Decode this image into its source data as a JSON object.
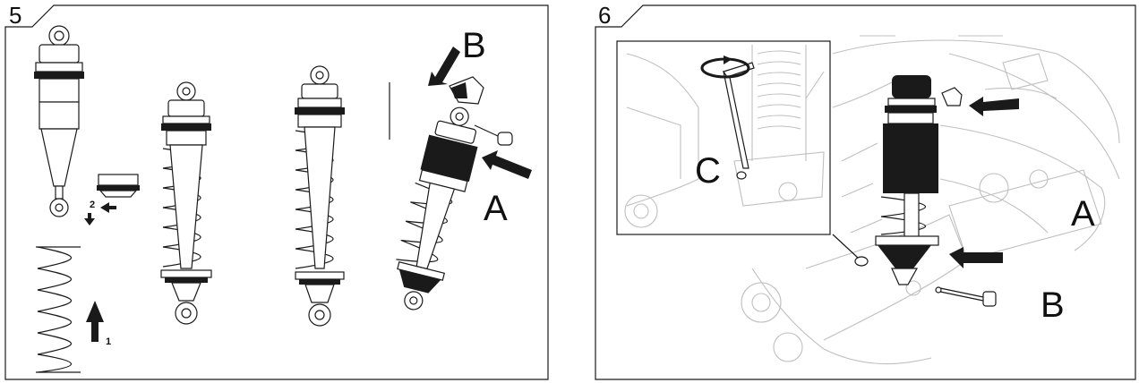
{
  "panels": [
    {
      "step": "5",
      "labels": {
        "a": "A",
        "b": "B",
        "note1": "1",
        "note2": "2"
      }
    },
    {
      "step": "6",
      "labels": {
        "a": "A",
        "b": "B",
        "c": "C"
      }
    }
  ]
}
